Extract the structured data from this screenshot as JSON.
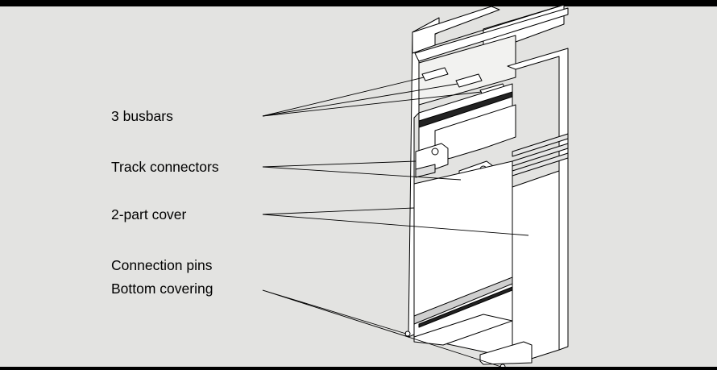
{
  "labels": {
    "busbars": "3 busbars",
    "track_connectors": "Track connectors",
    "cover": "2-part cover",
    "connection_pins": "Connection pins",
    "bottom_covering": "Bottom covering"
  },
  "colors": {
    "background": "#e3e3e1",
    "profile_fill": "#ffffff",
    "outline": "#000000"
  }
}
